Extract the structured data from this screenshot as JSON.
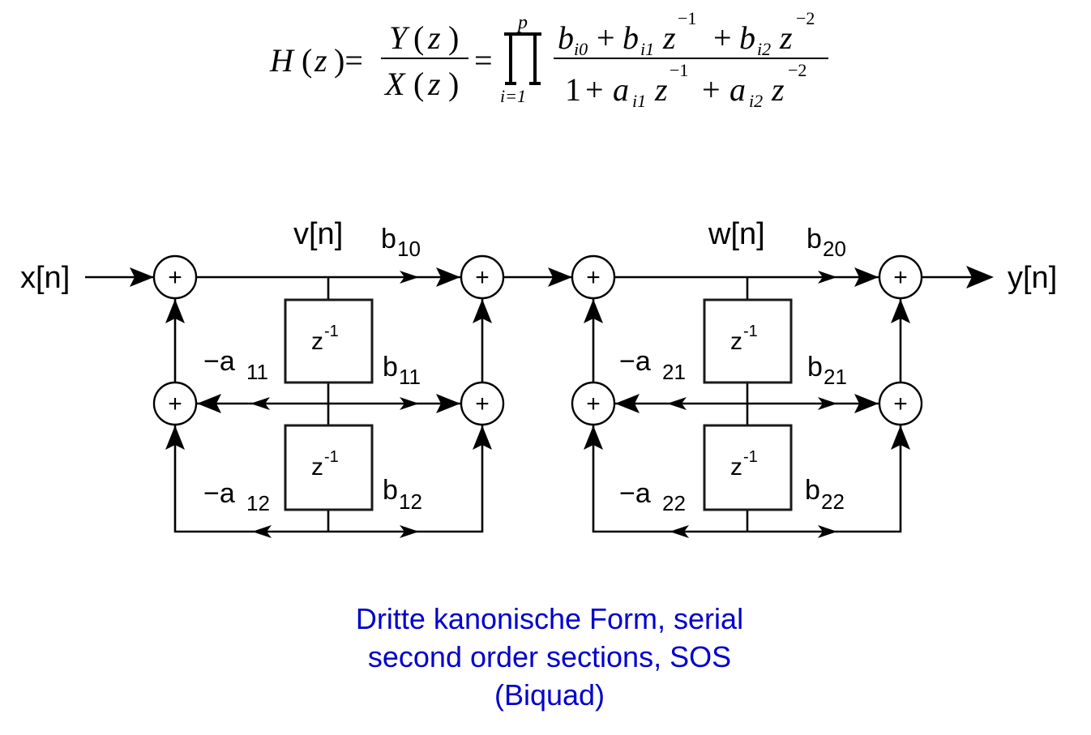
{
  "formula": {
    "lhs": "H",
    "var": "z",
    "num_sym": "Y",
    "den_sym": "X",
    "prod_upper": "p",
    "prod_lower": "i=1",
    "numerator": {
      "t0": "b",
      "t0_sub": "i0",
      "t1": "b",
      "t1_sub": "i1",
      "t2": "b",
      "t2_sub": "i2",
      "exp1": "−1",
      "exp2": "−2"
    },
    "denominator": {
      "one": "1",
      "t1": "a",
      "t1_sub": "i1",
      "t2": "a",
      "t2_sub": "i2",
      "exp1": "−1",
      "exp2": "−2"
    }
  },
  "diagram": {
    "input": "x[n]",
    "output": "y[n]",
    "adder_symbol": "+",
    "delay_label": {
      "base": "z",
      "exp": "-1"
    },
    "section1": {
      "state": "v[n]",
      "b0": {
        "base": "b",
        "sub": "10"
      },
      "b1": {
        "base": "b",
        "sub": "11"
      },
      "b2": {
        "base": "b",
        "sub": "12"
      },
      "a1": {
        "base": "−a",
        "sub": "11"
      },
      "a2": {
        "base": "−a",
        "sub": "12"
      }
    },
    "section2": {
      "state": "w[n]",
      "b0": {
        "base": "b",
        "sub": "20"
      },
      "b1": {
        "base": "b",
        "sub": "21"
      },
      "b2": {
        "base": "b",
        "sub": "22"
      },
      "a1": {
        "base": "−a",
        "sub": "21"
      },
      "a2": {
        "base": "−a",
        "sub": "22"
      }
    }
  },
  "caption": {
    "line1": "Dritte kanonische Form, serial",
    "line2": "second order sections, SOS",
    "line3": "(Biquad)"
  }
}
